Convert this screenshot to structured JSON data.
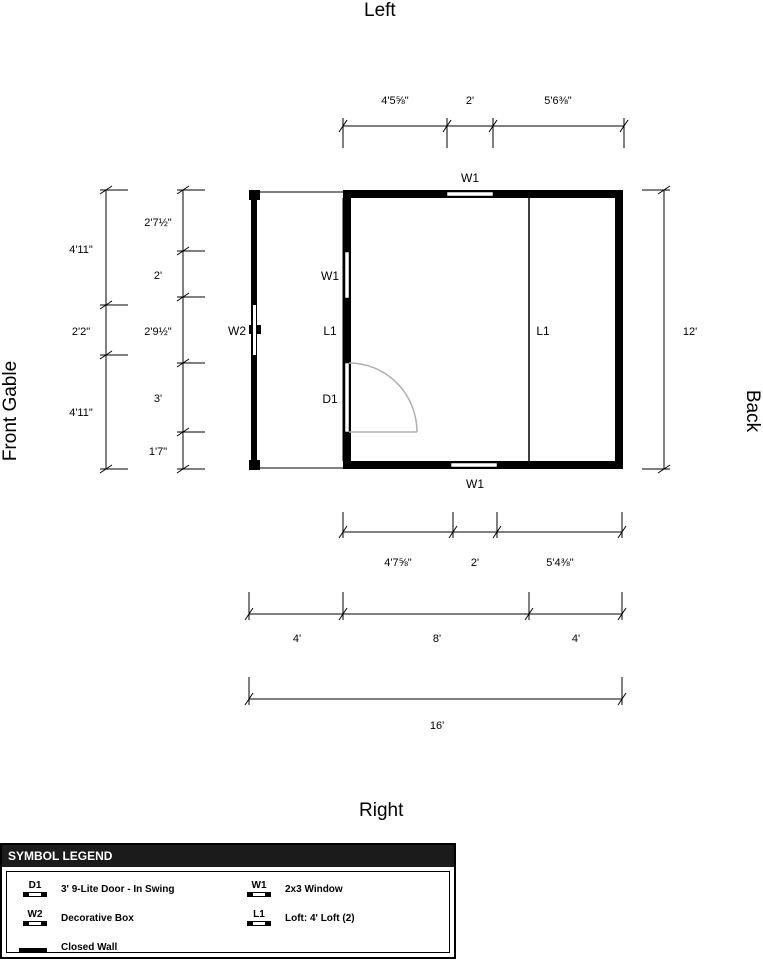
{
  "sides": {
    "top": "Left",
    "bottom": "Right",
    "left": "Front Gable",
    "right": "Back"
  },
  "dimensions": {
    "top_segments": [
      "4'5⅝\"",
      "2'",
      "5'6⅜\""
    ],
    "bottom_segments": [
      "4'7⅝\"",
      "2'",
      "5'4⅜\""
    ],
    "section_segments": [
      "4'",
      "8'",
      "4'"
    ],
    "overall_length": "16'",
    "overall_width": "12'",
    "outer_left": [
      "4'11\"",
      "2'2\"",
      "4'11\""
    ],
    "inner_left": [
      "2'7½\"",
      "2'",
      "2'9½\"",
      "3'",
      "1'7\""
    ]
  },
  "labels": {
    "w1_top": "W1",
    "w1_bottom": "W1",
    "w1_left": "W1",
    "w2": "W2",
    "l1_left": "L1",
    "l1_right": "L1",
    "d1": "D1"
  },
  "legend": {
    "title": "SYMBOL LEGEND",
    "items": [
      {
        "code": "D1",
        "label": "3' 9-Lite Door - In Swing"
      },
      {
        "code": "W1",
        "label": "2x3 Window"
      },
      {
        "code": "W2",
        "label": "Decorative Box"
      },
      {
        "code": "L1",
        "label": "Loft: 4' Loft (2)"
      },
      {
        "code": "",
        "label": "Closed Wall"
      }
    ]
  },
  "colors": {
    "wall": "#000000",
    "door_swing": "#b0b0b0",
    "legend_header": "#1b1b1b"
  }
}
